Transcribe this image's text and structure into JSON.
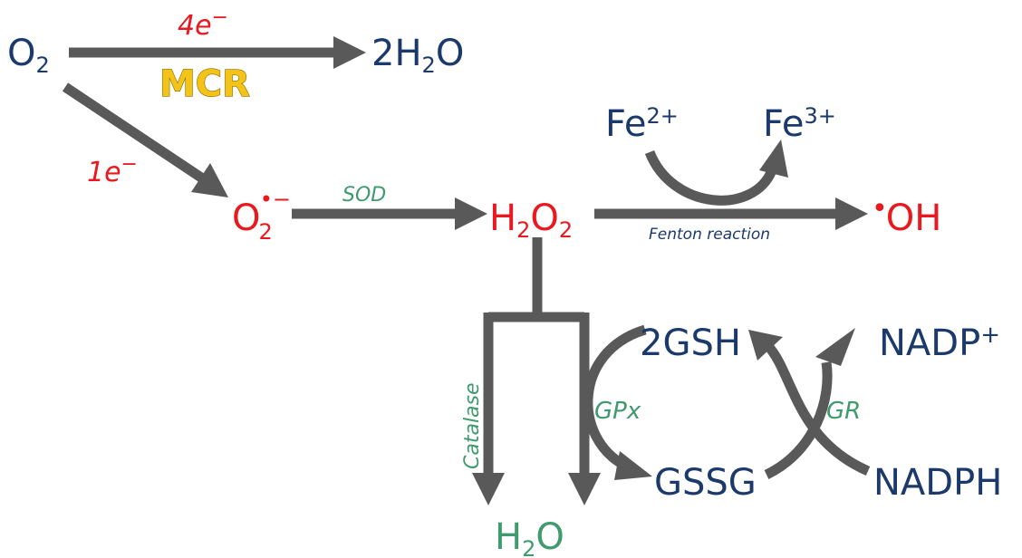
{
  "species": {
    "o2": {
      "main": "O",
      "sub": "2"
    },
    "h2o_top": {
      "main": "2H",
      "sub": "2",
      "tail": "O"
    },
    "superoxide": {
      "main": "O",
      "sub": "2",
      "sup": "•−"
    },
    "h2o2": {
      "p1": "H",
      "s1": "2",
      "p2": "O",
      "s2": "2"
    },
    "hydroxyl": {
      "dot": "•",
      "main": "OH"
    },
    "fe2": {
      "main": "Fe",
      "sup": "2+"
    },
    "fe3": {
      "main": "Fe",
      "sup": "3+"
    },
    "gsh": "2GSH",
    "gssg": "GSSG",
    "nadp": {
      "main": "NADP",
      "sup": "+"
    },
    "nadph": "NADPH",
    "h2o_bottom": {
      "main": "H",
      "sub": "2",
      "tail": "O"
    }
  },
  "labels": {
    "four_e": {
      "main": "4e",
      "sup": "−"
    },
    "one_e": {
      "main": "1e",
      "sup": "−"
    },
    "mcr": "MCR",
    "sod": "SOD",
    "fenton": "Fenton reaction",
    "catalase": "Catalase",
    "gpx": "GPx",
    "gr": "GR"
  },
  "colors": {
    "navy": "#1b3a6b",
    "red": "#e8191f",
    "green": "#3f9a6d",
    "gold": "#f3c417",
    "arrow": "#595959"
  }
}
